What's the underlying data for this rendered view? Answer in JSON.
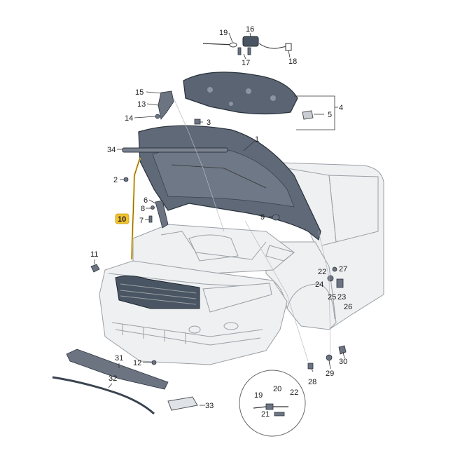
{
  "labels": [
    {
      "id": "p1",
      "text": "1"
    },
    {
      "id": "p2",
      "text": "2"
    },
    {
      "id": "p3",
      "text": "3"
    },
    {
      "id": "p4",
      "text": "4"
    },
    {
      "id": "p5",
      "text": "5"
    },
    {
      "id": "p6",
      "text": "6"
    },
    {
      "id": "p7",
      "text": "7"
    },
    {
      "id": "p8",
      "text": "8"
    },
    {
      "id": "p9",
      "text": "9"
    },
    {
      "id": "p10",
      "text": "10"
    },
    {
      "id": "p11",
      "text": "11"
    },
    {
      "id": "p12",
      "text": "12"
    },
    {
      "id": "p13",
      "text": "13"
    },
    {
      "id": "p14",
      "text": "14"
    },
    {
      "id": "p15",
      "text": "15"
    },
    {
      "id": "p16",
      "text": "16"
    },
    {
      "id": "p17",
      "text": "17"
    },
    {
      "id": "p18",
      "text": "18"
    },
    {
      "id": "p19",
      "text": "19"
    },
    {
      "id": "p20",
      "text": "20"
    },
    {
      "id": "p21",
      "text": "21"
    },
    {
      "id": "p22",
      "text": "22"
    },
    {
      "id": "p23",
      "text": "23"
    },
    {
      "id": "p24",
      "text": "24"
    },
    {
      "id": "p25",
      "text": "25"
    },
    {
      "id": "p26",
      "text": "26"
    },
    {
      "id": "p27",
      "text": "27"
    },
    {
      "id": "p28",
      "text": "28"
    },
    {
      "id": "p29",
      "text": "29"
    },
    {
      "id": "p30",
      "text": "30"
    },
    {
      "id": "p31",
      "text": "31"
    },
    {
      "id": "p32",
      "text": "32"
    },
    {
      "id": "p33",
      "text": "33"
    },
    {
      "id": "p34",
      "text": "34"
    },
    {
      "id": "d19",
      "text": "19"
    },
    {
      "id": "d20",
      "text": "20"
    },
    {
      "id": "d21",
      "text": "21"
    },
    {
      "id": "d22",
      "text": "22"
    }
  ],
  "highlight": {
    "label_id": "p10",
    "color": "#f2c230"
  },
  "colors": {
    "car_line": "#9aa0a6",
    "part_fill": "#6b7480",
    "insulation": "#5a6472"
  }
}
